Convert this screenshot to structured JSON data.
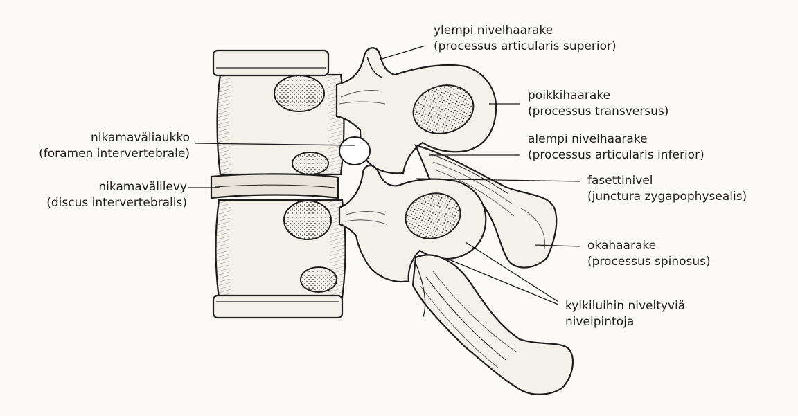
{
  "labels": {
    "ylempi": {
      "fi": "ylempi nivelhaarake",
      "la": "(processus articularis superior)"
    },
    "poikki": {
      "fi": "poikkihaarake",
      "la": "(processus transversus)"
    },
    "alempi": {
      "fi": "alempi nivelhaarake",
      "la": "(processus articularis inferior)"
    },
    "fasetti": {
      "fi": "fasettinivel",
      "la": "(junctura zygapophysealis)"
    },
    "okahaarake": {
      "fi": "okahaarake",
      "la": "(processus spinosus)"
    },
    "kylki": {
      "line1": "kylkiluihin niveltyviä",
      "line2": "nivelpintoja"
    },
    "aukko": {
      "fi": "nikamaväliaukko",
      "la": "(foramen intervertebrale)"
    },
    "levy": {
      "fi": "nikamavälilevy",
      "la": "(discus intervertebralis)"
    }
  },
  "colors": {
    "ink": "#1d1d1d",
    "bone": "#f4f1ea",
    "shade": "#cfc9bd",
    "background": "#fbfaf7"
  }
}
